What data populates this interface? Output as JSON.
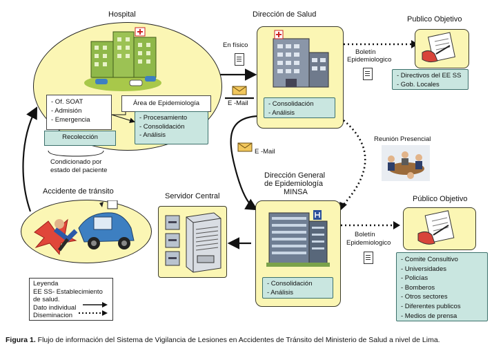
{
  "hospital": {
    "title": "Hospital",
    "intake_items": [
      "- Of. SOAT",
      "- Admisión",
      "- Emergencia"
    ],
    "collection_label": "Recolección",
    "epi_area_title": "Área de Epidemiología",
    "epi_area_items": [
      "- Procesamiento",
      "- Consolidación",
      "- Análisis"
    ],
    "condition_note_line1": "Condicionado por",
    "condition_note_line2": "estado del paciente"
  },
  "direccion_salud": {
    "title": "Dirección de Salud",
    "items": [
      "- Consolidación",
      "- Análisis"
    ]
  },
  "publico_objetivo_1": {
    "title": "Publico Objetivo",
    "items": [
      "- Directivos del EE SS",
      "- Gob. Locales"
    ]
  },
  "dge_minsa": {
    "title_line1": "Dirección General",
    "title_line2": "de Epidemiología",
    "title_line3": "MINSA",
    "items": [
      "- Consolidación",
      "- Análisis"
    ]
  },
  "publico_objetivo_2": {
    "title": "Público Objetivo",
    "items": [
      "- Comite Consultivo",
      "- Universidades",
      "- Policías",
      "- Bomberos",
      "- Otros    sectores",
      "- Diferentes    publicos",
      "- Medios    de   prensa"
    ]
  },
  "accident": {
    "title": "Accidente de tránsito"
  },
  "server": {
    "title": "Servidor Central"
  },
  "connectors": {
    "en_fisico": "En físico",
    "email_1": "E -Mail",
    "email_2": "E -Mail",
    "boletin_1_line1": "Boletín",
    "boletin_1_line2": "Epidemiologico",
    "boletin_2_line1": "Boletín",
    "boletin_2_line2": "Epidemiologico",
    "reunion": "Reunión Presencial"
  },
  "legend": {
    "title": "Leyenda",
    "line1": "EE SS- Establecimiento",
    "line2": "de salud.",
    "dato_individual": "Dato individual",
    "diseminacion": "Diseminacion"
  },
  "caption": {
    "label": "Figura 1.",
    "text": " Flujo de información del Sistema de Vigilancia de Lesiones en Accidentes de Tránsito del Ministerio de Salud a nivel de Lima."
  },
  "colors": {
    "panel_yellow": "#fbf6b4",
    "panel_teal": "#c9e6e0",
    "border_teal": "#3b6f6a",
    "hospital_green": "#7fa63a",
    "car_blue": "#3d7fc1",
    "building_gray": "#8a96a8"
  },
  "icons": [
    "hospital-building-icon",
    "health-office-building-icon",
    "minsa-building-icon",
    "server-rack-icon",
    "accident-icon",
    "document-icon",
    "envelope-icon",
    "meeting-icon",
    "signing-hand-icon"
  ]
}
